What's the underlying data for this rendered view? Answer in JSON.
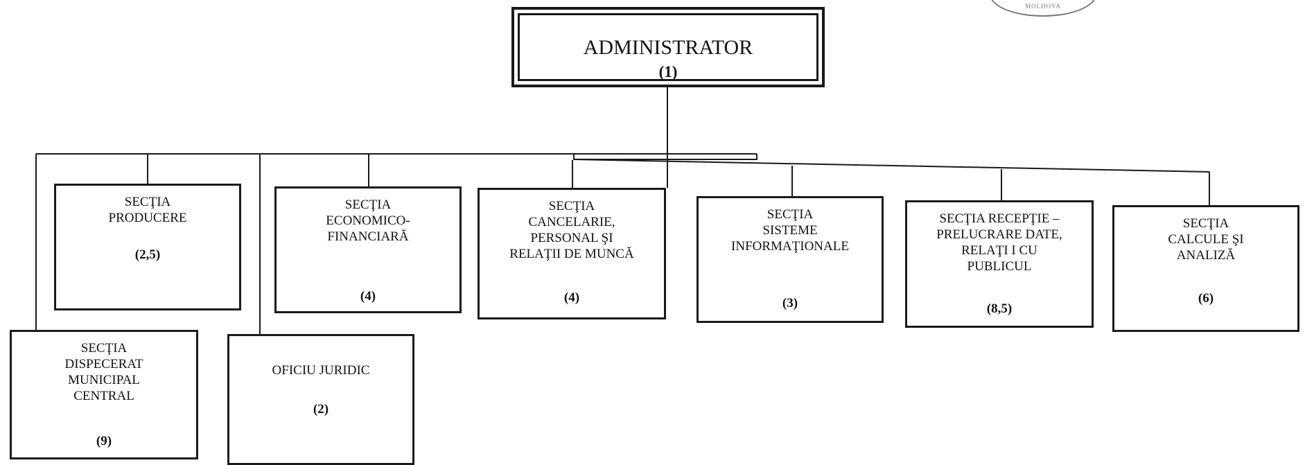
{
  "org_chart": {
    "root": {
      "label": "ADMINISTRATOR",
      "number": "(1)"
    },
    "units": [
      {
        "id": "productie",
        "label": "SECŢIA\nPRODUCERE",
        "number": "(2,5)"
      },
      {
        "id": "economic",
        "label": "SECŢIA\nECONOMICO-\nFINANCIARĂ",
        "number": "(4)"
      },
      {
        "id": "cancelarie",
        "label": "SECŢIA\nCANCELARIE,\nPERSONAL ŞI\nRELAŢII DE MUNCĂ",
        "number": "(4)"
      },
      {
        "id": "sisteme",
        "label": "SECŢIA\nSISTEME\nINFORMAŢIONALE",
        "number": "(3)"
      },
      {
        "id": "receptie",
        "label": "SECŢIA RECEPŢIE –\nPRELUCRARE DATE,\nRELAŢI  I CU\nPUBLICUL",
        "number": "(8,5)"
      },
      {
        "id": "calcule",
        "label": "SECŢIA\nCALCULE ŞI\nANALIZĂ",
        "number": "(6)"
      },
      {
        "id": "dispecerat",
        "label": "SECŢIA\nDISPECERAT\nMUNICIPAL\nCENTRAL",
        "number": "(9)"
      },
      {
        "id": "juridic",
        "label": "OFICIU JURIDIC",
        "number": "(2)"
      }
    ]
  },
  "stamp": {
    "text": "MOLDOVA"
  },
  "colors": {
    "line": "#1a1a1a",
    "background": "#ffffff"
  }
}
